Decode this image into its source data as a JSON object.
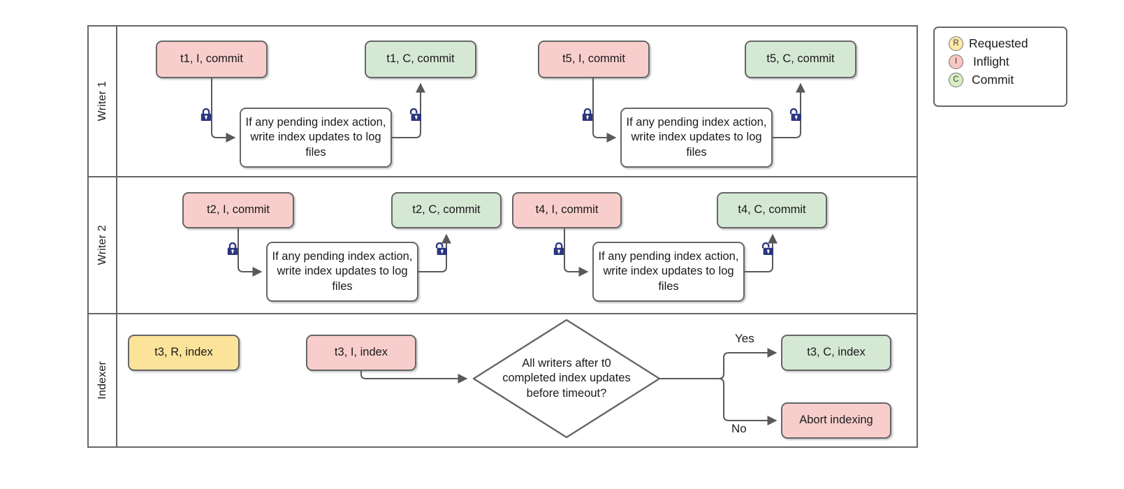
{
  "diagram": {
    "title": "Writer / Indexer swimlane flowchart",
    "colors": {
      "inflight": "#f8cecc",
      "commit": "#d5e8d4",
      "requested": "#fbe39a",
      "stroke": "#666666",
      "lock": "#2b3582",
      "text": "#1a1a1a"
    },
    "lanes": [
      {
        "label": "Writer 1",
        "nodes": [
          {
            "id": "w1-t1-i",
            "text": "t1, I, commit",
            "state": "inflight"
          },
          {
            "id": "w1-t1-c",
            "text": "t1, C, commit",
            "state": "commit"
          },
          {
            "id": "w1-t5-i",
            "text": "t5, I, commit",
            "state": "inflight"
          },
          {
            "id": "w1-t5-c",
            "text": "t5, C, commit",
            "state": "commit"
          },
          {
            "id": "w1-proc-a",
            "text": "If any pending index action, write index updates to log files",
            "state": "plain"
          },
          {
            "id": "w1-proc-b",
            "text": "If any pending index action, write index updates to log files",
            "state": "plain"
          }
        ],
        "locks": [
          {
            "id": "w1-lock-1",
            "kind": "locked"
          },
          {
            "id": "w1-lock-2",
            "kind": "unlocked"
          },
          {
            "id": "w1-lock-3",
            "kind": "locked"
          },
          {
            "id": "w1-lock-4",
            "kind": "unlocked"
          }
        ]
      },
      {
        "label": "Writer 2",
        "nodes": [
          {
            "id": "w2-t2-i",
            "text": "t2, I, commit",
            "state": "inflight"
          },
          {
            "id": "w2-t2-c",
            "text": "t2, C, commit",
            "state": "commit"
          },
          {
            "id": "w2-t4-i",
            "text": "t4, I, commit",
            "state": "inflight"
          },
          {
            "id": "w2-t4-c",
            "text": "t4, C, commit",
            "state": "commit"
          },
          {
            "id": "w2-proc-a",
            "text": "If any pending index action, write index updates to log files",
            "state": "plain"
          },
          {
            "id": "w2-proc-b",
            "text": "If any pending index action, write index updates to log files",
            "state": "plain"
          }
        ],
        "locks": [
          {
            "id": "w2-lock-1",
            "kind": "locked"
          },
          {
            "id": "w2-lock-2",
            "kind": "unlocked"
          },
          {
            "id": "w2-lock-3",
            "kind": "locked"
          },
          {
            "id": "w2-lock-4",
            "kind": "unlocked"
          }
        ]
      },
      {
        "label": "Indexer",
        "nodes": [
          {
            "id": "ix-t3-r",
            "text": "t3, R, index",
            "state": "requested"
          },
          {
            "id": "ix-t3-i",
            "text": "t3, I, index",
            "state": "inflight"
          },
          {
            "id": "ix-t3-c",
            "text": "t3, C, index",
            "state": "commit"
          },
          {
            "id": "ix-abort",
            "text": "Abort indexing",
            "state": "inflight"
          }
        ],
        "decision": {
          "id": "ix-decision",
          "text": "All writers after t0 completed index updates before timeout?"
        },
        "edge_labels": [
          {
            "id": "edge-yes",
            "text": "Yes"
          },
          {
            "id": "edge-no",
            "text": "No"
          }
        ]
      }
    ],
    "legend": {
      "items": [
        {
          "badge": "R",
          "label": "Requested",
          "color": "#ffe9a8"
        },
        {
          "badge": "I",
          "label": "Inflight",
          "color": "#f7c6c0"
        },
        {
          "badge": "C",
          "label": "Commit",
          "color": "#d7eec3"
        }
      ]
    }
  }
}
